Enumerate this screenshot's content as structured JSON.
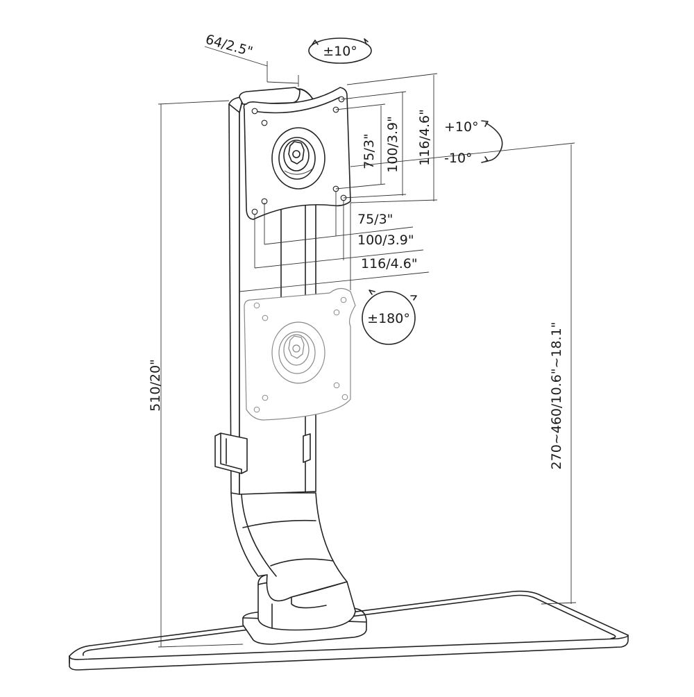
{
  "dimensions": {
    "depth": "64/2.5\"",
    "tilt": "±10°",
    "total_height": "510/20\"",
    "height_range": "270~460/10.6\"~18.1\"",
    "swivel_up": "+10°",
    "swivel_down": "-10°",
    "rotation": "±180°",
    "vesa_vertical": [
      "75/3\"",
      "100/3.9\"",
      "116/4.6\""
    ],
    "vesa_horizontal": [
      "75/3\"",
      "100/3.9\"",
      "116/4.6\""
    ]
  }
}
